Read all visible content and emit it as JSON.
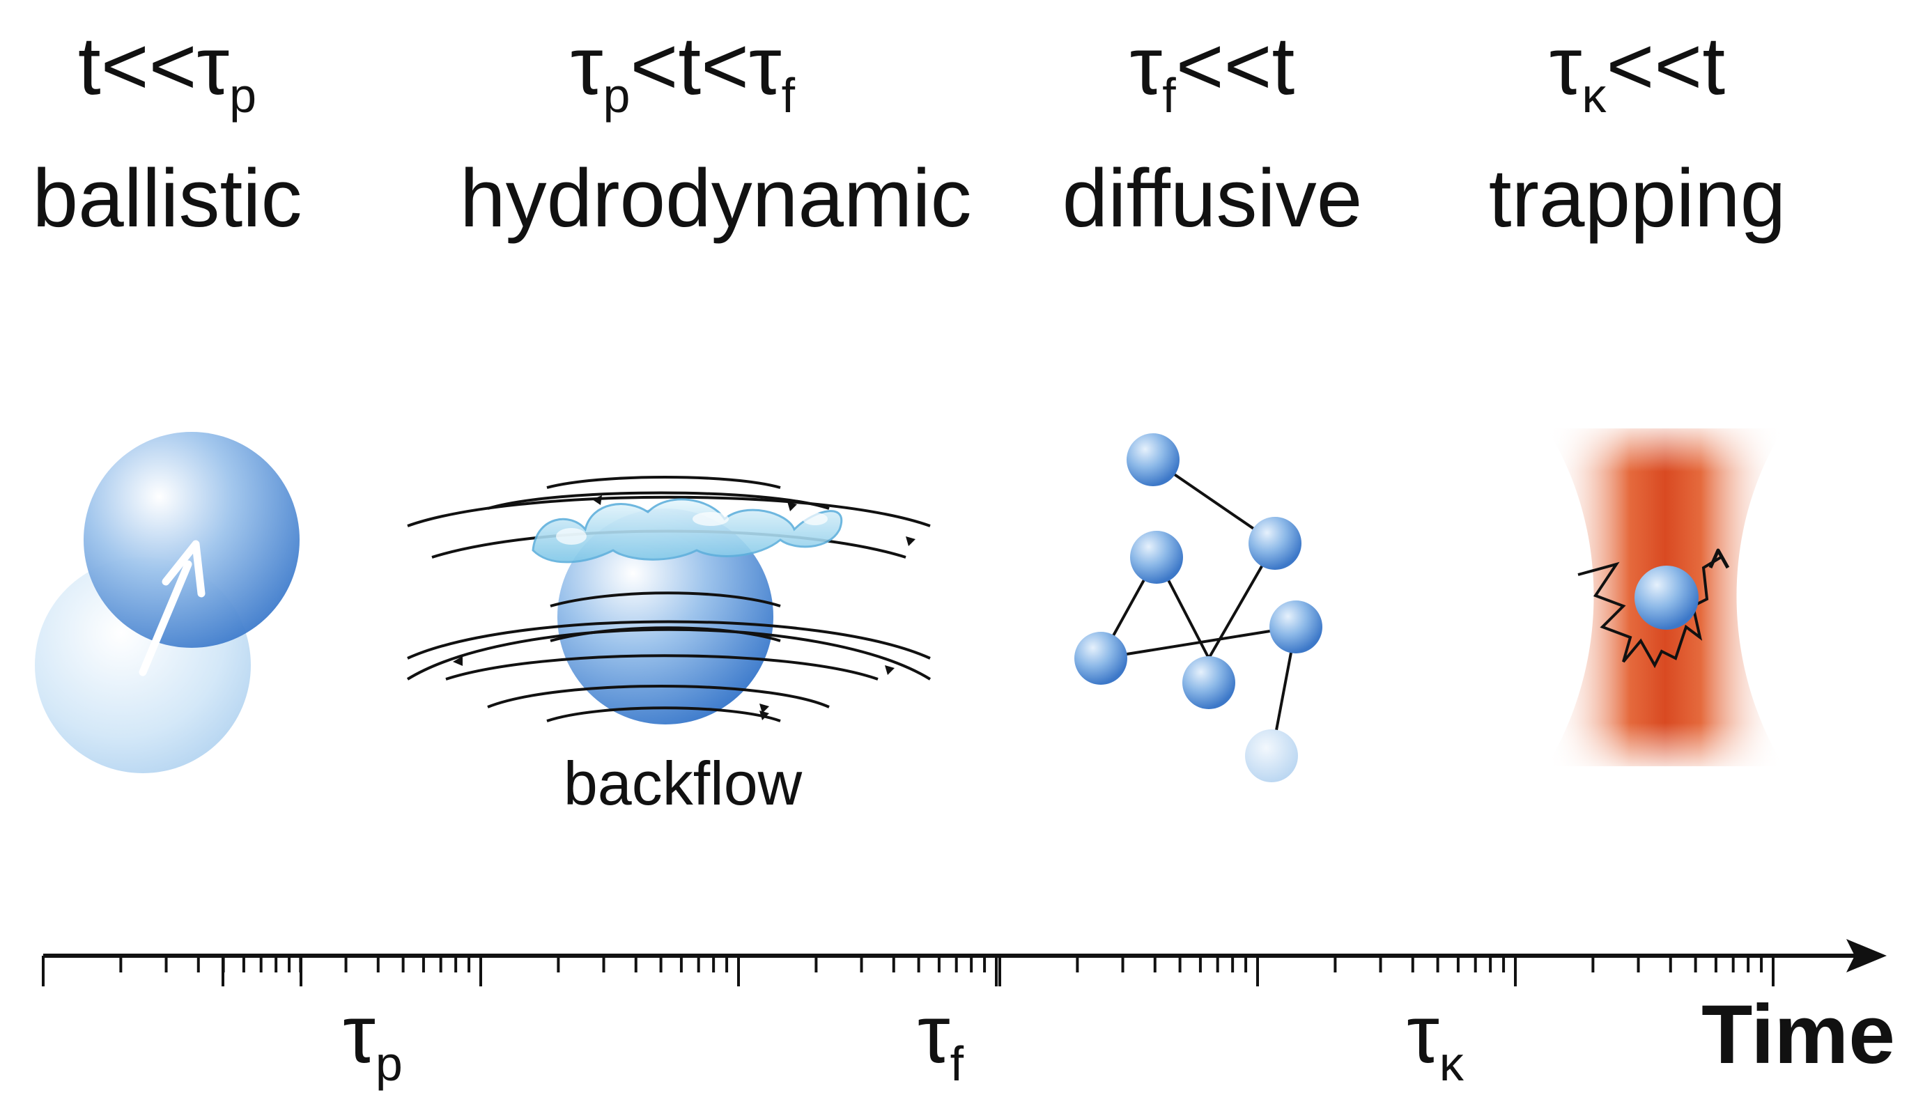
{
  "regimes": [
    {
      "id": "ballistic",
      "cond_main": "t<<τ",
      "cond_sub": "p",
      "cond_after": "",
      "cond_after_sub": "",
      "name": "ballistic"
    },
    {
      "id": "hydrodynamic",
      "cond_main": "τ",
      "cond_sub": "p",
      "cond_after": "<t<τ",
      "cond_after_sub": "f",
      "name": "hydrodynamic"
    },
    {
      "id": "diffusive",
      "cond_main": "τ",
      "cond_sub": "f",
      "cond_after": "<<t",
      "cond_after_sub": "",
      "name": "diffusive"
    },
    {
      "id": "trapping",
      "cond_main": "τ",
      "cond_sub": "κ",
      "cond_after": "<<t",
      "cond_after_sub": "",
      "name": "trapping"
    }
  ],
  "backflow_label": "backflow",
  "axis": {
    "ticks": [
      {
        "symbol": "τ",
        "sub": "p"
      },
      {
        "symbol": "τ",
        "sub": "f"
      },
      {
        "symbol": "τ",
        "sub": "κ"
      }
    ],
    "title": "Time",
    "scale": "log"
  },
  "colors": {
    "particle_blue": "#4a86d0",
    "particle_light": "#cde3f7",
    "trap_orange": "#e0542a",
    "line": "#111111"
  }
}
